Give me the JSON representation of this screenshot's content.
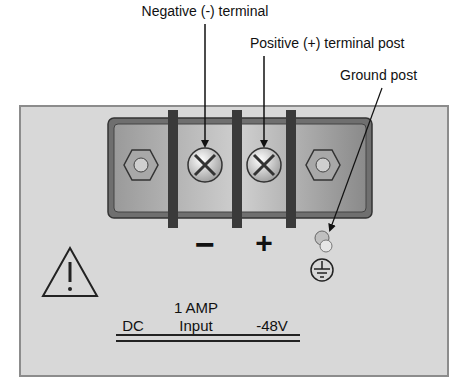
{
  "diagram": {
    "labels": [
      "Negative (-) terminal",
      "Positive (+) terminal post",
      "Ground post",
      "−",
      "+",
      "1 AMP",
      "DC",
      "Input",
      "-48V"
    ]
  }
}
